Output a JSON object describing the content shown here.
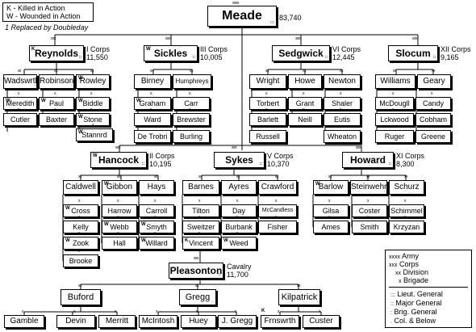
{
  "army": {
    "name": "Meade",
    "strength": "83,740",
    "symbol": "xxxx",
    "rank": ":::"
  },
  "key": {
    "killed": "K - Killed in Action",
    "wounded": "W - Wounded in Action",
    "replaced": "1 Replaced by Doubleday"
  },
  "corps": {
    "reynolds": {
      "name": "Reynolds",
      "label": "I Corps",
      "strength": "11,550",
      "marker": "K",
      "symbol": "xxx",
      "rank": "::"
    },
    "sickles": {
      "name": "Sickles",
      "label": "III Corps",
      "strength": "10,005",
      "marker": "W",
      "symbol": "xxx",
      "rank": "::"
    },
    "sedgwick": {
      "name": "Sedgwick",
      "label": "VI Corps",
      "strength": "12,445",
      "symbol": "xxx",
      "rank": "::"
    },
    "slocum": {
      "name": "Slocum",
      "label": "XII Corps",
      "strength": "9,165",
      "symbol": "xxx",
      "rank": "::"
    },
    "hancock": {
      "name": "Hancock",
      "label": "II Corps",
      "strength": "10,195",
      "marker": "W",
      "symbol": "xxx",
      "rank": "::"
    },
    "sykes": {
      "name": "Sykes",
      "label": "V Corps",
      "strength": "10,370",
      "symbol": "xxx",
      "rank": "::"
    },
    "howard": {
      "name": "Howard",
      "label": "XI Corps",
      "strength": "8,300",
      "symbol": "xxx",
      "rank": "::"
    },
    "pleasonton": {
      "name": "Pleasonton",
      "label": "Cavalry",
      "strength": "11,700",
      "symbol": "xxx",
      "rank": "::"
    }
  },
  "divisions": {
    "wadsworth": {
      "name": "Wadswrth",
      "rank": "."
    },
    "robinson": {
      "name": "Robinson",
      "rank": "."
    },
    "rowley": {
      "name": "Rowley",
      "marker": "W",
      "rank": "."
    },
    "birney": {
      "name": "Birney",
      "rank": "."
    },
    "humphreys": {
      "name": "Humphreys",
      "rank": "."
    },
    "wright": {
      "name": "Wright",
      "rank": "."
    },
    "howe": {
      "name": "Howe",
      "rank": "."
    },
    "newton": {
      "name": "Newton",
      "rank": "."
    },
    "williams": {
      "name": "Williams",
      "rank": "."
    },
    "geary": {
      "name": "Geary",
      "rank": "."
    },
    "caldwell": {
      "name": "Caldwell",
      "rank": "."
    },
    "gibbon": {
      "name": "Gibbon",
      "marker": "W",
      "rank": "."
    },
    "hays": {
      "name": "Hays",
      "rank": "."
    },
    "barnes": {
      "name": "Barnes",
      "rank": "."
    },
    "ayres": {
      "name": "Ayres",
      "rank": "."
    },
    "crawford": {
      "name": "Crawford",
      "rank": "."
    },
    "barlow": {
      "name": "Barlow",
      "marker": "W",
      "rank": "."
    },
    "steinwehr": {
      "name": "Steinwehr",
      "rank": "."
    },
    "schurz": {
      "name": "Schurz",
      "rank": "."
    },
    "buford": {
      "name": "Buford",
      "rank": "."
    },
    "gregg": {
      "name": "Gregg",
      "rank": "."
    },
    "kilpatrick": {
      "name": "Kilpatrick",
      "rank": "."
    }
  },
  "brigades": {
    "meredith": {
      "name": "Meredith",
      "marker": "W"
    },
    "paul": {
      "name": "Paul",
      "marker": "W"
    },
    "biddle": {
      "name": "Biddle",
      "marker": "W"
    },
    "cutler": {
      "name": "Cutler"
    },
    "baxter": {
      "name": "Baxter"
    },
    "stone": {
      "name": "Stone",
      "marker": "W"
    },
    "stannard": {
      "name": "Stannrd",
      "marker": "W"
    },
    "graham": {
      "name": "Graham",
      "marker": "W"
    },
    "carr": {
      "name": "Carr"
    },
    "ward": {
      "name": "Ward"
    },
    "brewster": {
      "name": "Brewster"
    },
    "detrobriand": {
      "name": "De Trobri"
    },
    "burling": {
      "name": "Burling"
    },
    "torbert": {
      "name": "Torbert"
    },
    "grant": {
      "name": "Grant"
    },
    "shaler": {
      "name": "Shaler"
    },
    "bartlett": {
      "name": "Barlett"
    },
    "neill": {
      "name": "Neill"
    },
    "eustis": {
      "name": "Eutis"
    },
    "russell": {
      "name": "Russell"
    },
    "wheaton": {
      "name": "Wheaton"
    },
    "mcdougall": {
      "name": "McDougll"
    },
    "candy": {
      "name": "Candy"
    },
    "lockwood": {
      "name": "Lckwood"
    },
    "cobham": {
      "name": "Cobham"
    },
    "ruger": {
      "name": "Ruger"
    },
    "greene": {
      "name": "Greene"
    },
    "cross": {
      "name": "Cross",
      "marker": "W"
    },
    "harrow": {
      "name": "Harrow"
    },
    "carroll": {
      "name": "Carroll"
    },
    "kelly": {
      "name": "Kelly"
    },
    "webb": {
      "name": "Webb",
      "marker": "W"
    },
    "smyth": {
      "name": "Smyth",
      "marker": "W"
    },
    "zook": {
      "name": "Zook",
      "marker": "W"
    },
    "hall": {
      "name": "Hall"
    },
    "willard": {
      "name": "Willard",
      "marker": "W"
    },
    "brooke": {
      "name": "Brooke"
    },
    "tilton": {
      "name": "Tilton"
    },
    "day": {
      "name": "Day"
    },
    "mccandless": {
      "name": "McCandless"
    },
    "sweitzer": {
      "name": "Sweitzer"
    },
    "burbank": {
      "name": "Burbank"
    },
    "fisher": {
      "name": "Fisher"
    },
    "vincent": {
      "name": "Vincent",
      "marker": "K"
    },
    "weed": {
      "name": "Weed",
      "marker": "W"
    },
    "gilsa": {
      "name": "Gilsa"
    },
    "coster": {
      "name": "Coster"
    },
    "schimmel": {
      "name": "Schimmel"
    },
    "ames": {
      "name": "Ames"
    },
    "smith": {
      "name": "Smith"
    },
    "krzyzan": {
      "name": "Krzyzan"
    },
    "gamble": {
      "name": "Gamble"
    },
    "devin": {
      "name": "Devin"
    },
    "merritt": {
      "name": "Merritt"
    },
    "mcintosh": {
      "name": "McIntosh"
    },
    "huey": {
      "name": "Huey"
    },
    "jgregg": {
      "name": "J. Gregg"
    },
    "farnsworth": {
      "name": "Frnswrth",
      "marker": "K"
    },
    "custer": {
      "name": "Custer"
    }
  },
  "symbols": {
    "division": "xx",
    "brigade": "x"
  },
  "legend": {
    "army": "Army",
    "corps": "Corps",
    "division": "Division",
    "brigade": "Brigade",
    "army_sym": "xxxx",
    "corps_sym": "xxx",
    "division_sym": "xx",
    "brigade_sym": "x",
    "lieut_general": "Lieut. General",
    "major_general": "Major General",
    "brig_general": "Brig. General",
    "colonel": "Col. & Below",
    "lieut_sym": ":::",
    "major_sym": "::",
    "brig_sym": ":",
    "col_sym": "."
  }
}
